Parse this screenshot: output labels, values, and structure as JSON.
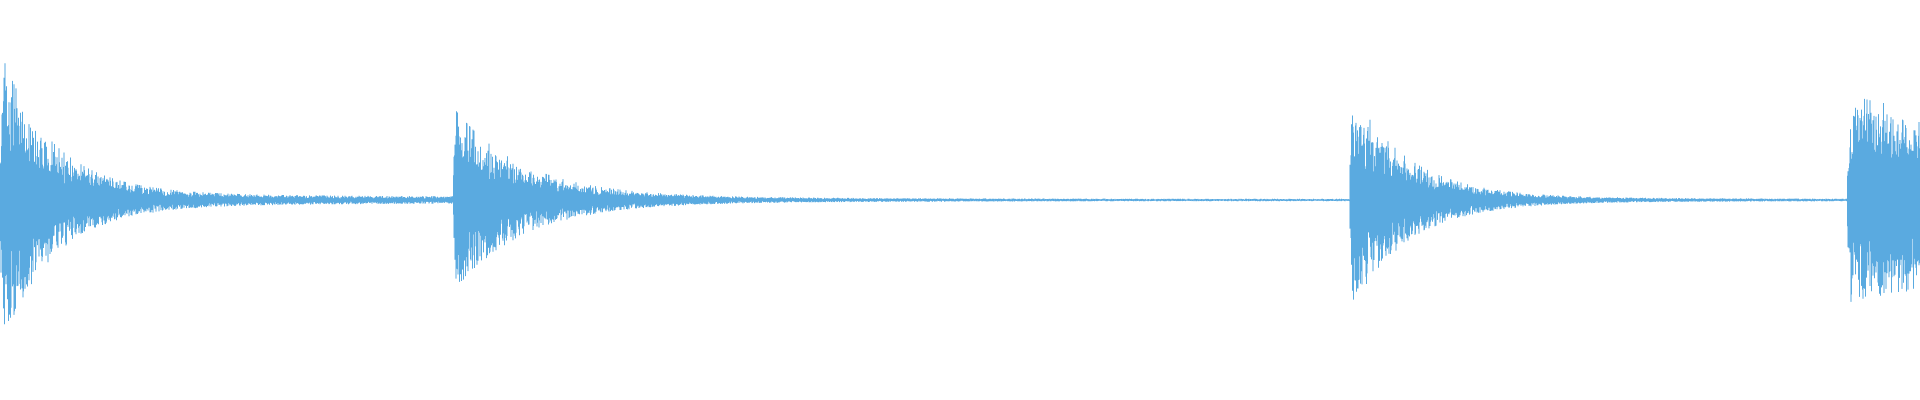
{
  "waveform": {
    "color": "#5aaae0",
    "background": "#ffffff",
    "onsets": [
      {
        "time_fraction": 0.0,
        "peak_amplitude": 1.0,
        "decay": "slow"
      },
      {
        "time_fraction": 0.236,
        "peak_amplitude": 0.62,
        "decay": "long"
      },
      {
        "time_fraction": 0.703,
        "peak_amplitude": 0.76,
        "decay": "medium"
      },
      {
        "time_fraction": 0.962,
        "peak_amplitude": 0.7,
        "decay": "sustained"
      }
    ]
  }
}
